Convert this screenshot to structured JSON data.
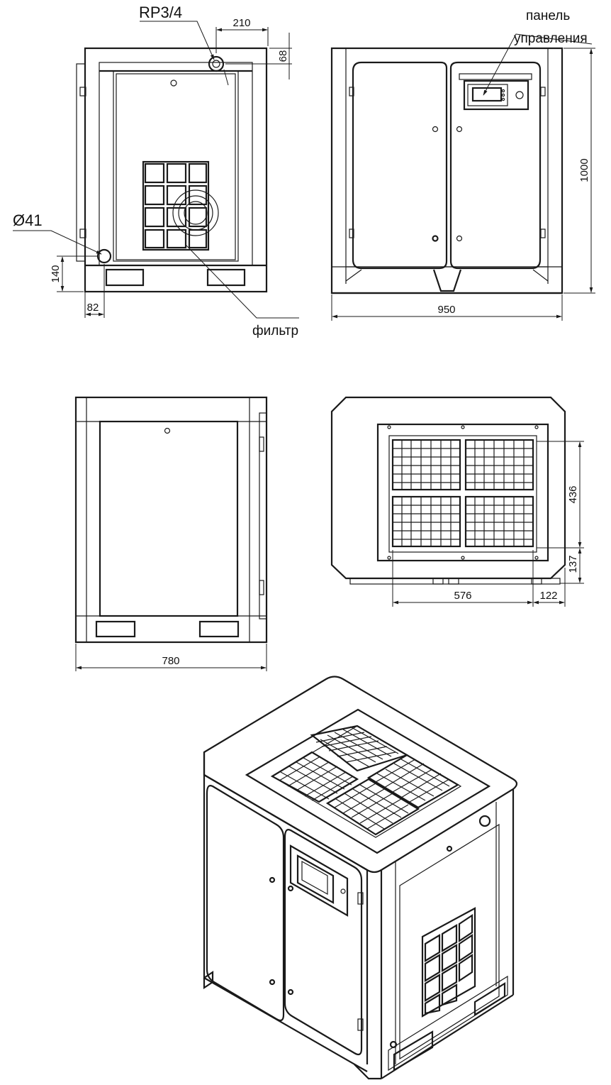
{
  "labels": {
    "connection_thread": "RP3/4",
    "drain_diameter": "Ø41",
    "filter": "фильтр",
    "control_panel_line1": "панель",
    "control_panel_line2": "управления"
  },
  "dimensions": {
    "outlet_offset": "210",
    "outlet_height": "68",
    "drain_height": "140",
    "drain_offset": "82",
    "front_width": "950",
    "height": "1000",
    "side_width": "780",
    "grille_height": "436",
    "grille_bottom_offset": "137",
    "grille_width": "576",
    "grille_side_offset": "122"
  },
  "colors": {
    "line": "#1a1a1a",
    "background": "#ffffff"
  }
}
